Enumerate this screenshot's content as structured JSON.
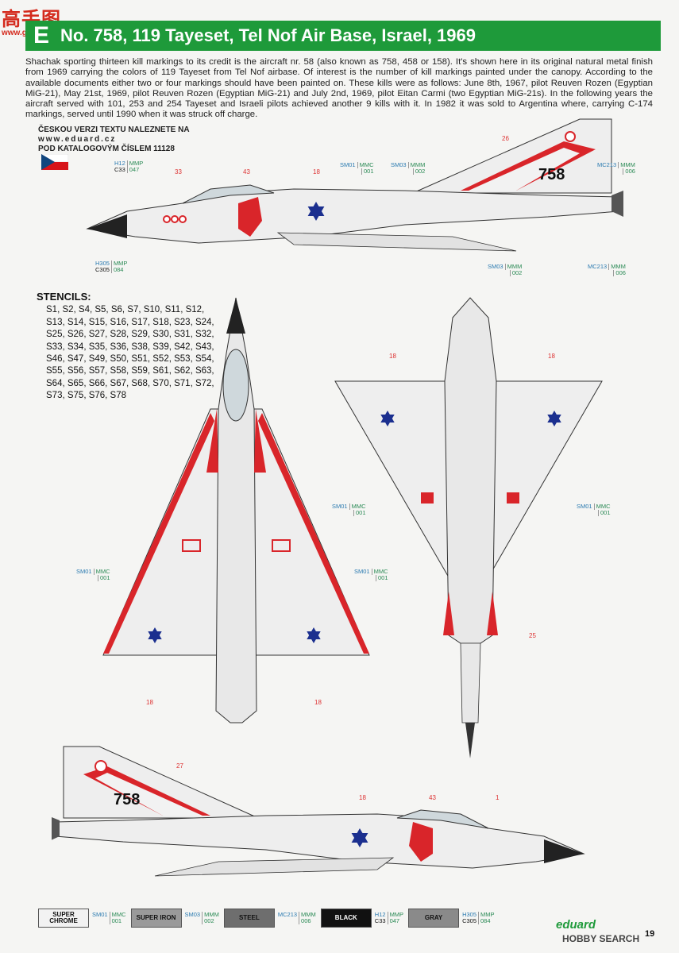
{
  "watermark": {
    "chars": "高手图",
    "url": "www.gaoshous.com"
  },
  "header": {
    "letter": "E",
    "title": "No. 758, 119 Tayeset, Tel Nof Air Base, Israel, 1969"
  },
  "intro": "Shachak sporting thirteen kill markings to its credit is the aircraft nr. 58 (also known as 758, 458 or 158). It's shown here in its original natural metal finish from 1969 carrying the colors of 119 Tayeset from Tel Nof airbase. Of interest is the number of kill markings painted under the canopy. According to the available documents either two or four markings should have been painted on. These kills were as follows: June 8th, 1967, pilot Reuven Rozen (Egyptian MiG-21), May 21st, 1969, pilot Reuven Rozen (Egyptian MiG-21) and July 2nd, 1969, pilot Eitan Carmi (two Egyptian MiG-21s). In the following years the aircraft served with 101, 253 and 254 Tayeset and Israeli pilots achieved another 9 kills with it. In 1982 it was sold to Argentina where, carrying C-174 markings, served until 1990 when it was struck off charge.",
  "czech": {
    "line1": "ČESKOU VERZI TEXTU NALEZNETE NA",
    "line2": "www.eduard.cz",
    "line3": "POD KATALOGOVÝM ČÍSLEM 11128"
  },
  "stencils": {
    "title": "STENCILS:",
    "text": "S1, S2, S4, S5, S6, S7, S10, S11, S12, S13, S14, S15, S16, S17, S18, S23, S24, S25, S26, S27, S28, S29, S30, S31, S32, S33, S34, S35, S36, S38, S39, S42, S43, S46, S47, S49, S50, S51, S52, S53, S54, S55, S56, S57, S58, S59, S61, S62, S63, S64, S65, S66, S67, S68, S70, S71, S72, S73, S75, S76, S78"
  },
  "aircraft_number": "758",
  "tags": {
    "h12": {
      "a": "H12",
      "b": "MMP",
      "c1": "C33",
      "c2": "047"
    },
    "h305": {
      "a": "H305",
      "b": "MMP",
      "c1": "C305",
      "c2": "084"
    },
    "sm01_001": {
      "a": "SM01",
      "b": "MMC",
      "c2": "001"
    },
    "sm03_002": {
      "a": "SM03",
      "b": "MMM",
      "c2": "002"
    },
    "mc213_006": {
      "a": "MC213",
      "b": "MMM",
      "c2": "006"
    }
  },
  "callouts": {
    "n1": "1",
    "n18": "18",
    "n25": "25",
    "n26": "26",
    "n27": "27",
    "n33": "33",
    "n43": "43"
  },
  "legend": [
    {
      "swatch": "SUPER CHROME",
      "color": "#f2f2f2",
      "text_color": "#111",
      "a": "SM01",
      "b": "MMC",
      "c": "001"
    },
    {
      "swatch": "SUPER IRON",
      "color": "#9a9a9a",
      "text_color": "#111",
      "a": "SM03",
      "b": "MMM",
      "c": "002"
    },
    {
      "swatch": "STEEL",
      "color": "#6e6e6e",
      "text_color": "#111",
      "a": "MC213",
      "b": "MMM",
      "c": "006"
    },
    {
      "swatch": "BLACK",
      "color": "#111111",
      "text_color": "#ffffff",
      "a": "H12",
      "b": "MMP",
      "c1": "C33",
      "c": "047"
    },
    {
      "swatch": "GRAY",
      "color": "#8a8a8a",
      "text_color": "#111",
      "a": "H305",
      "b": "MMP",
      "c1": "C305",
      "c": "084"
    }
  ],
  "brand": "eduard",
  "page_number": "19",
  "watermark2": "HOBBY SEARCH",
  "colors": {
    "header_green": "#1e9a3a",
    "insignia_red": "#d9252a",
    "star_blue": "#1b2f8f"
  }
}
